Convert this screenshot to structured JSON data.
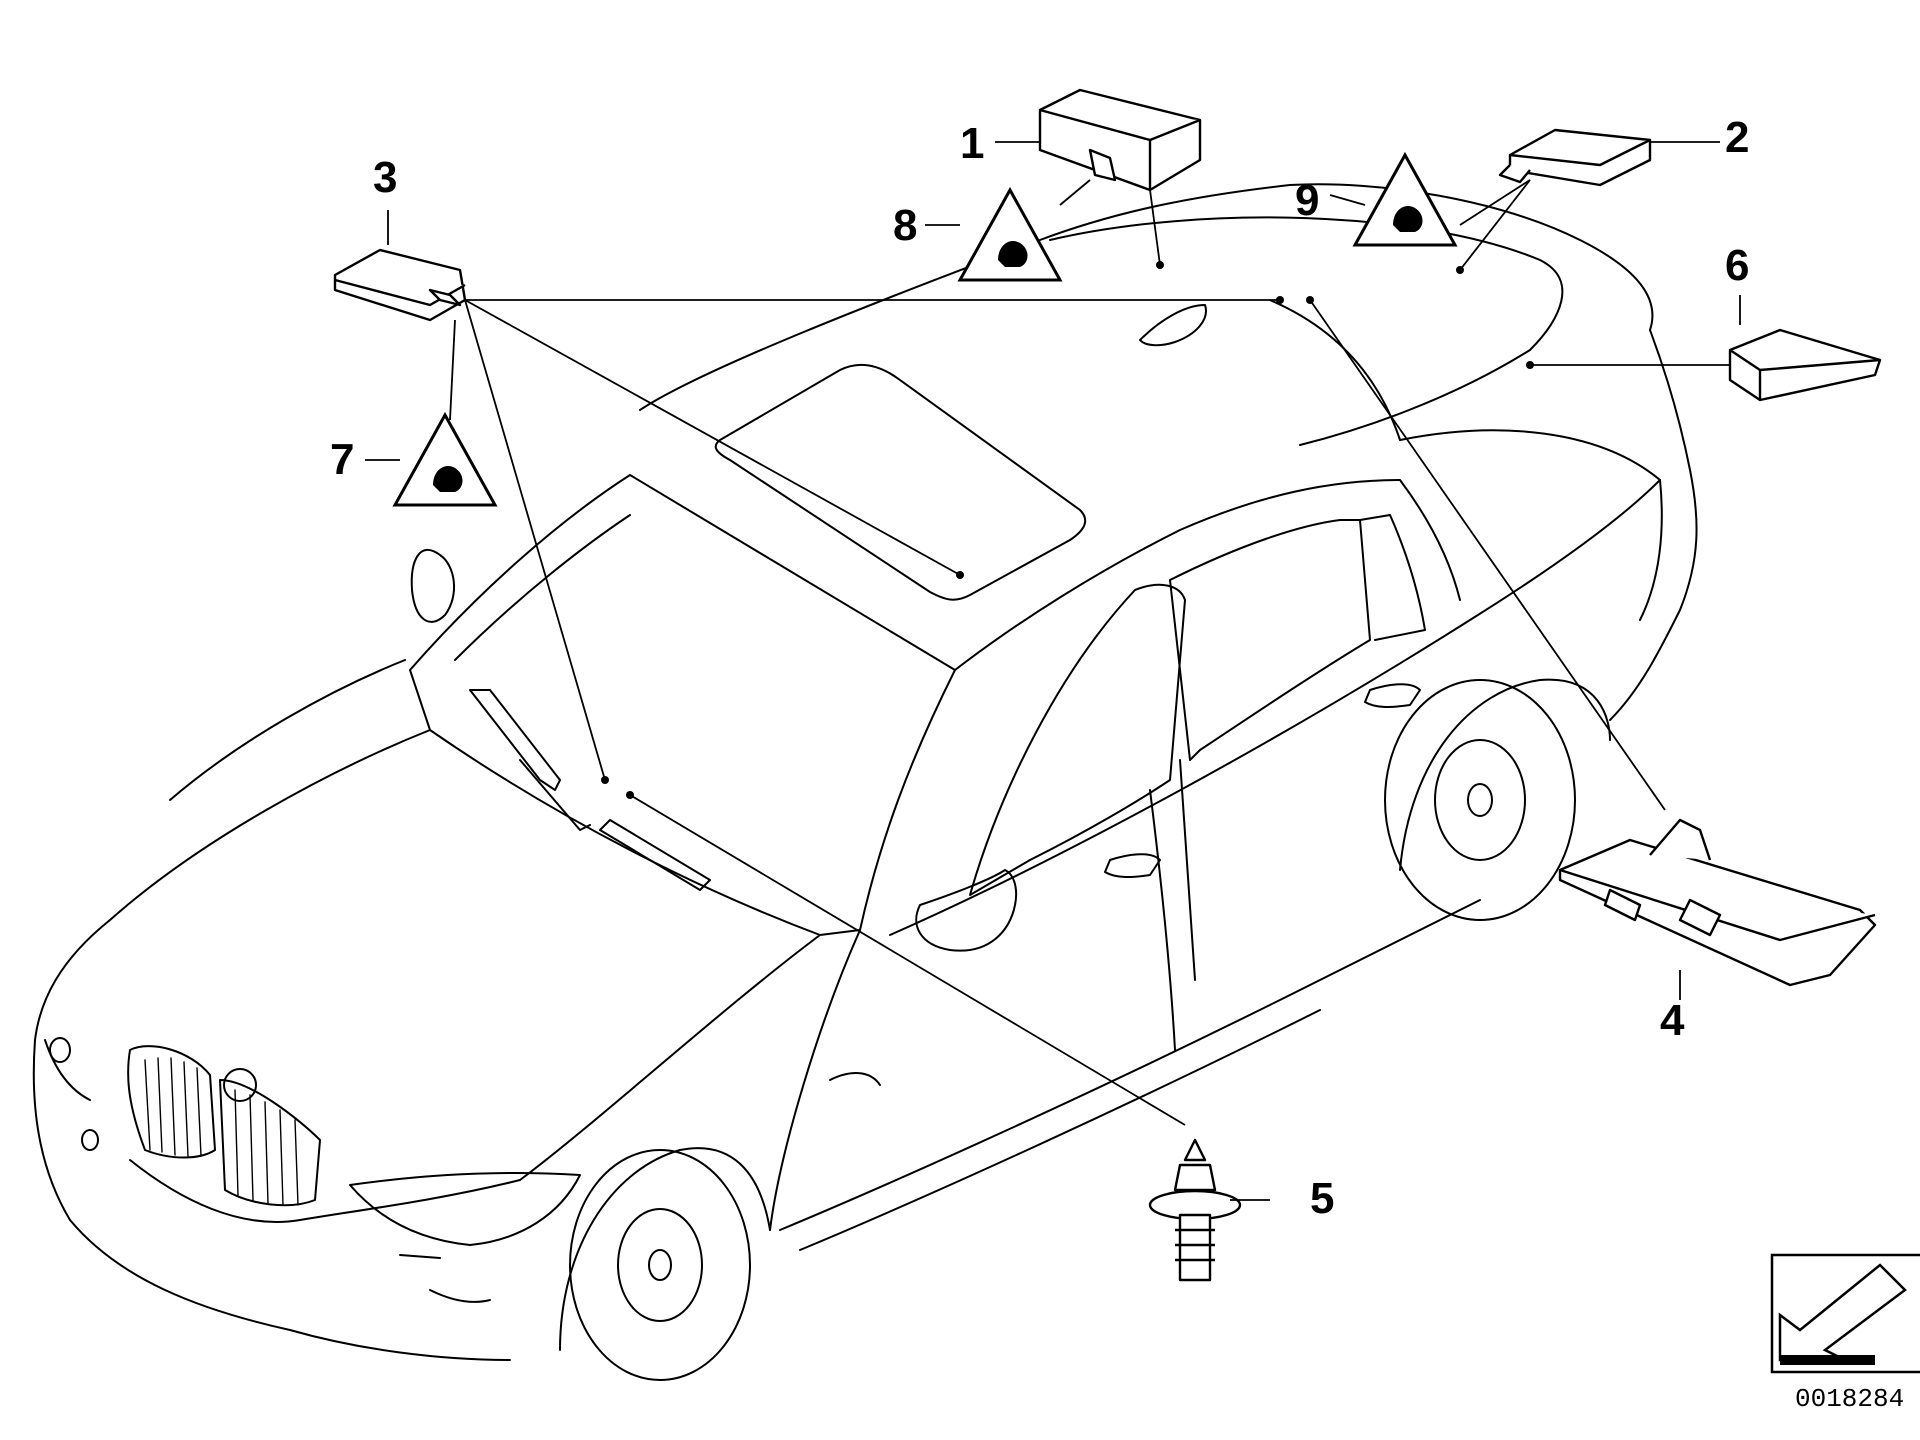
{
  "callouts": [
    {
      "id": "1",
      "label": "1"
    },
    {
      "id": "2",
      "label": "2"
    },
    {
      "id": "3",
      "label": "3"
    },
    {
      "id": "4",
      "label": "4"
    },
    {
      "id": "5",
      "label": "5"
    },
    {
      "id": "6",
      "label": "6"
    },
    {
      "id": "7",
      "label": "7"
    },
    {
      "id": "8",
      "label": "8"
    },
    {
      "id": "9",
      "label": "9"
    }
  ],
  "document_number": "0018284",
  "icons": {
    "warning_label": "warning-triangle-icon",
    "orientation": "view-direction-arrow-icon"
  },
  "colors": {
    "line": "#000000",
    "background": "#ffffff"
  }
}
